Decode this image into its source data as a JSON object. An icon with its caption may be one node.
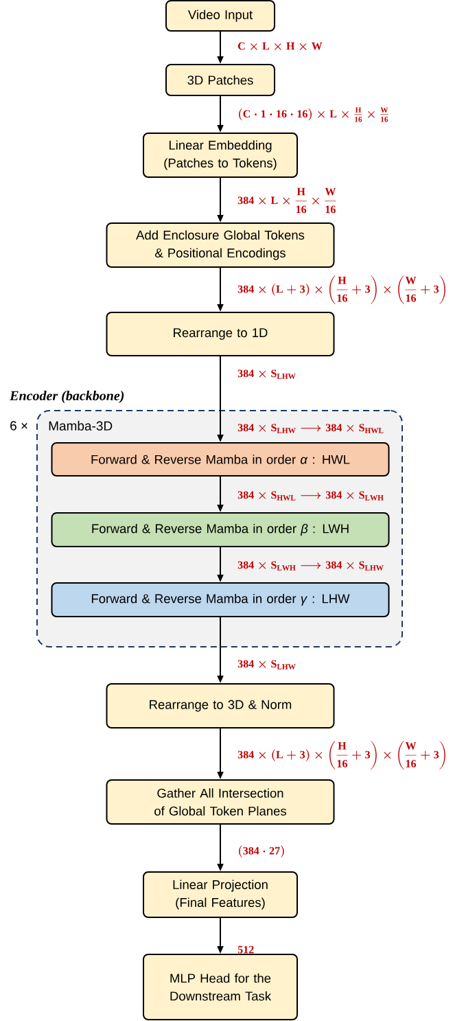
{
  "diagram": {
    "nodes": [
      {
        "text": [
          "Video Input"
        ]
      },
      {
        "text": [
          "3D Patches"
        ]
      },
      {
        "text": [
          "Linear Embedding (Patches to Tokens)"
        ]
      },
      {
        "text": [
          "Add Enclosure Global Tokens & Positional Encodings"
        ]
      },
      {
        "text": [
          "Rearrange to 1D"
        ]
      },
      {
        "text": [
          "Encoder (backbone)",
          "6 ×",
          "Mamba-3D"
        ]
      },
      {
        "text": [
          "Forward & Reverse Mamba in order *α* : HWL"
        ],
        "in": 5
      },
      {
        "text": [
          "Forward & Reverse Mamba in order *β* : LWH"
        ],
        "in": 5
      },
      {
        "text": [
          "Forward & Reverse Mamba in order *γ* : LHW"
        ],
        "in": 5
      },
      {
        "text": [
          "Rearrange to 3D & Norm"
        ]
      },
      {
        "text": [
          "Gather All Intersection of Global Token Planes"
        ]
      },
      {
        "text": [
          "Linear Projection (Final Features)"
        ]
      },
      {
        "text": [
          "MLP Head for the Downstream Task"
        ]
      }
    ],
    "edges": [
      {
        "from": 0,
        "to": 1,
        "arrow": "to",
        "label": "\\mathbf{C\\times L\\times H\\times W}"
      },
      {
        "from": 1,
        "to": 2,
        "arrow": "to",
        "label": "\\mathbf{(C\\cdot 1\\cdot 16\\cdot 16)\\times L\\times \\tfrac{H}{16}\\times \\tfrac{W}{16}}"
      },
      {
        "from": 2,
        "to": 3,
        "arrow": "to",
        "label": "\\mathbf{384\\times L\\times \\dfrac{H}{16}\\times \\dfrac{W}{16}}"
      },
      {
        "from": 3,
        "to": 4,
        "arrow": "to",
        "label": "\\mathbf{384\\times (L+3)\\times \\left(\\dfrac{H}{16}+3\\right)\\times \\left(\\dfrac{W}{16}+3\\right)}"
      },
      {
        "from": 4,
        "to": 6,
        "arrow": "to",
        "label": "\\mathbf{384\\times S_{LHW}}"
      },
      {
        "from": 6,
        "to": 7,
        "arrow": "to",
        "label": "\\mathbf{384\\times S_{HWL}\\longrightarrow 384\\times S_{LWH}}"
      },
      {
        "from": 7,
        "to": 8,
        "arrow": "to",
        "label": "\\mathbf{384\\times S_{LWH}\\longrightarrow 384\\times S_{LHW}}"
      },
      {
        "from": 8,
        "to": 9,
        "arrow": "to",
        "label": "\\mathbf{384\\times S_{LHW}}"
      },
      {
        "from": 9,
        "to": 10,
        "arrow": "to",
        "label": "\\mathbf{384\\times (L+3)\\times \\left(\\dfrac{H}{16}+3\\right)\\times \\left(\\dfrac{W}{16}+3\\right)}"
      },
      {
        "from": 10,
        "to": 11,
        "arrow": "to",
        "label": "\\mathbf{(384\\cdot 27)}"
      },
      {
        "from": 11,
        "to": 12,
        "arrow": "to",
        "label": "\\mathbf{512}"
      }
    ],
    "labels": [
      "\\mathbf{384\\times S_{LHW}\\longrightarrow 384\\times S_{HWL}}"
    ]
  }
}
